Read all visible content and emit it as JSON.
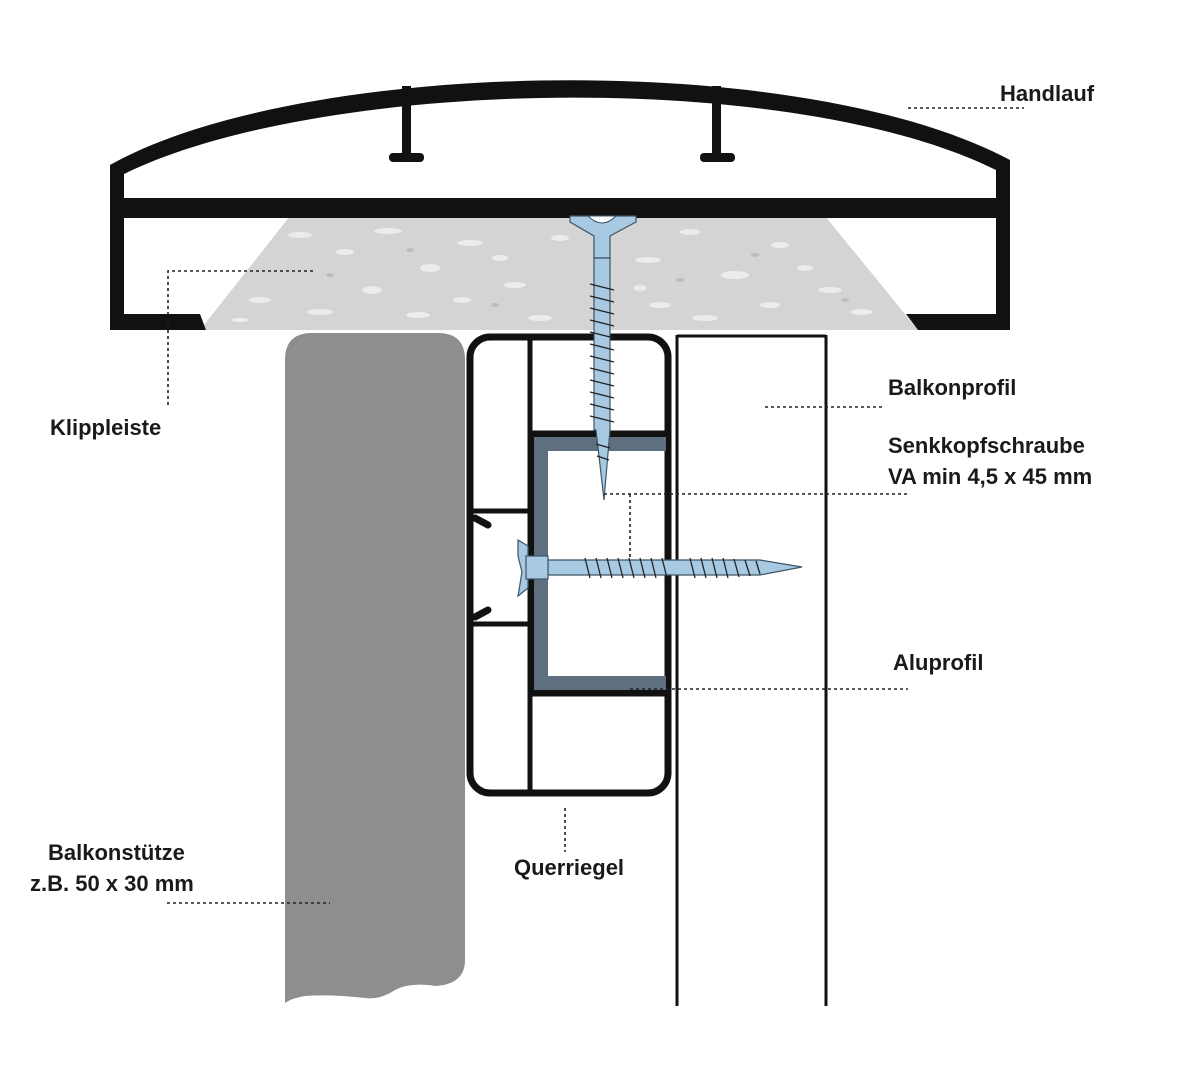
{
  "labels": {
    "handlauf": "Handlauf",
    "klippleiste": "Klippleiste",
    "balkonprofil": "Balkonprofil",
    "senkkopf_line1": "Senkkopfschraube",
    "senkkopf_line2": "VA  min 4,5 x 45 mm",
    "aluprofil": "Aluprofil",
    "querriegel": "Querriegel",
    "balkonstuetze_line1": "Balkonstütze",
    "balkonstuetze_line2": "z.B. 50 x 30 mm"
  },
  "colors": {
    "outline": "#111111",
    "clip_strip": "#d4d4d4",
    "clip_speckle": "#ececec",
    "post": "#8e8e8e",
    "alu_profile": "#5f6f7f",
    "screw": "#a7c9e2",
    "screw_outline": "#3d5566",
    "background": "#ffffff"
  }
}
